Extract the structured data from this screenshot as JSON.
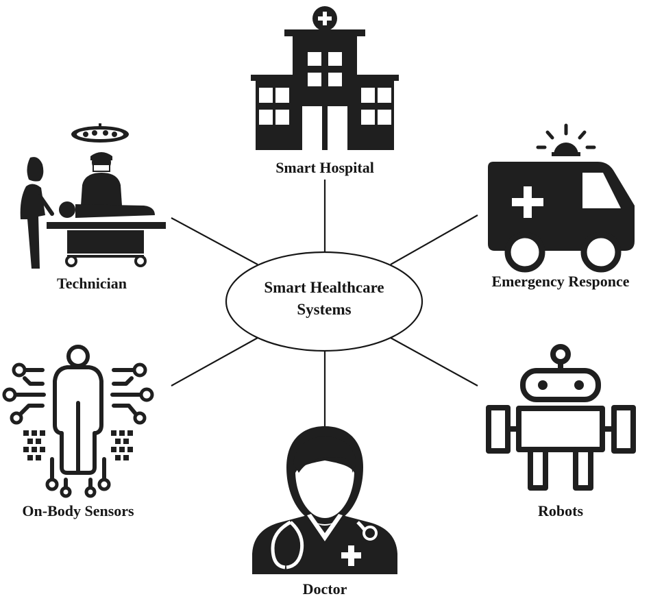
{
  "diagram": {
    "center": {
      "line1": "Smart Healthcare",
      "line2": "Systems"
    },
    "nodes": [
      {
        "id": "smart-hospital",
        "label": "Smart Hospital",
        "icon": "hospital-icon"
      },
      {
        "id": "emergency-response",
        "label": "Emergency Responce",
        "icon": "ambulance-icon"
      },
      {
        "id": "robots",
        "label": "Robots",
        "icon": "robot-icon"
      },
      {
        "id": "doctor",
        "label": "Doctor",
        "icon": "doctor-icon"
      },
      {
        "id": "on-body-sensors",
        "label": "On-Body Sensors",
        "icon": "body-sensor-icon"
      },
      {
        "id": "technician",
        "label": "Technician",
        "icon": "surgery-technician-icon"
      }
    ]
  },
  "colors": {
    "ink": "#161616",
    "background": "#ffffff"
  }
}
